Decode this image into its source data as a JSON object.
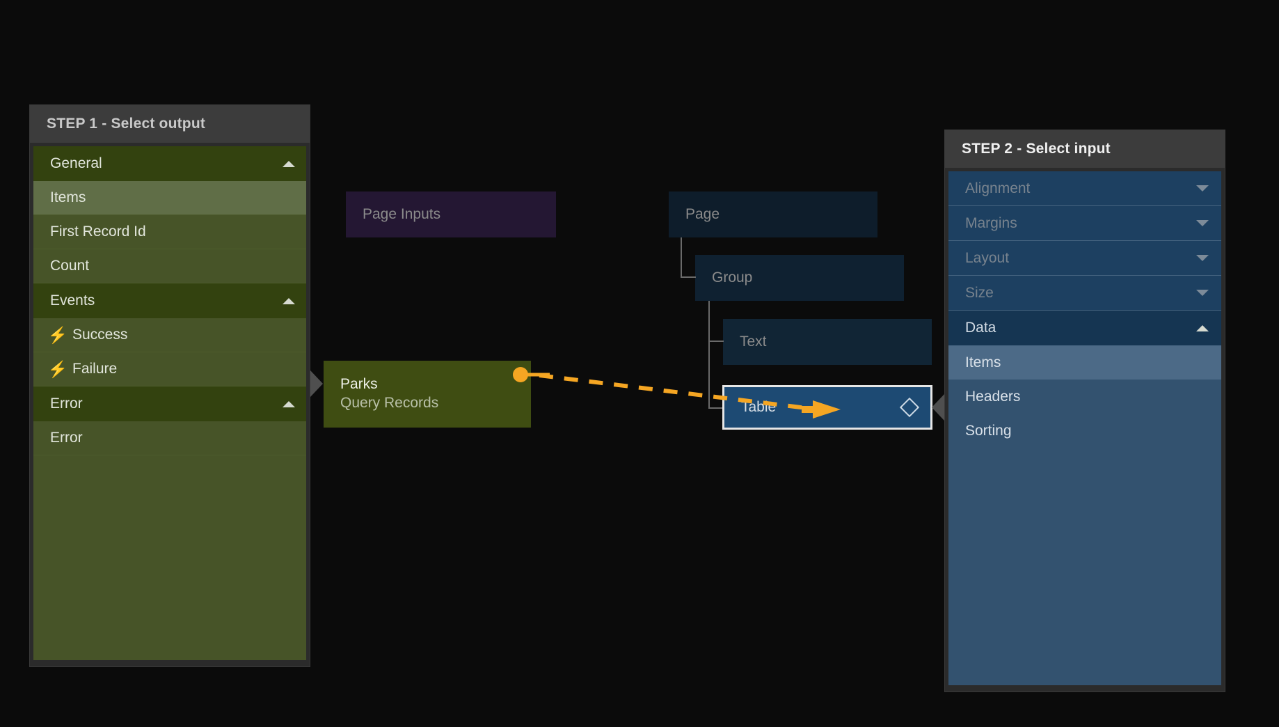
{
  "step1": {
    "title": "STEP 1 - Select output",
    "groups": [
      {
        "label": "General",
        "expanded": true,
        "caret": "caret-up-icon",
        "items": [
          {
            "label": "Items",
            "selected": true,
            "icon": null
          },
          {
            "label": "First Record Id",
            "selected": false,
            "icon": null
          },
          {
            "label": "Count",
            "selected": false,
            "icon": null
          }
        ]
      },
      {
        "label": "Events",
        "expanded": true,
        "caret": "caret-up-icon",
        "items": [
          {
            "label": "Success",
            "selected": false,
            "icon": "lightning-bolt-icon"
          },
          {
            "label": "Failure",
            "selected": false,
            "icon": "lightning-bolt-icon"
          }
        ]
      },
      {
        "label": "Error",
        "expanded": true,
        "caret": "caret-up-icon",
        "items": [
          {
            "label": "Error",
            "selected": false,
            "icon": null
          }
        ]
      }
    ]
  },
  "step2": {
    "title": "STEP 2 - Select input",
    "groups": [
      {
        "label": "Alignment",
        "expanded": false,
        "caret": "caret-down-icon",
        "items": []
      },
      {
        "label": "Margins",
        "expanded": false,
        "caret": "caret-down-icon",
        "items": []
      },
      {
        "label": "Layout",
        "expanded": false,
        "caret": "caret-down-icon",
        "items": []
      },
      {
        "label": "Size",
        "expanded": false,
        "caret": "caret-down-icon",
        "items": []
      },
      {
        "label": "Data",
        "expanded": true,
        "caret": "caret-up-icon",
        "items": [
          {
            "label": "Items",
            "selected": true
          },
          {
            "label": "Headers",
            "selected": false
          },
          {
            "label": "Sorting",
            "selected": false
          }
        ]
      }
    ]
  },
  "canvas": {
    "nodes": {
      "page_inputs": {
        "label": "Page Inputs"
      },
      "page": {
        "label": "Page"
      },
      "group": {
        "label": "Group"
      },
      "text": {
        "label": "Text"
      },
      "parks": {
        "title": "Parks",
        "subtitle": "Query Records"
      },
      "table": {
        "label": "Table",
        "icon": "diamond-icon"
      }
    },
    "connection": {
      "from": "parks",
      "to": "table",
      "style": "dashed",
      "color": "#f5a623",
      "arrow": "arrow-right-icon"
    }
  },
  "colors": {
    "background": "#0b0b0b",
    "panel": "#2b2b2b",
    "panel_header": "#3c3c3c",
    "green_section": "#33420f",
    "green_item": "#475428",
    "green_selected": "#606e47",
    "blue_section": "#1d4061",
    "blue_section_expanded": "#153552",
    "blue_item": "#33526f",
    "blue_selected": "#4c6a87",
    "node_purple": "#241733",
    "node_blue": "#0e1d2b",
    "node_green": "#3f4d12",
    "node_table": "#1d4a73",
    "connector_orange": "#f5a623",
    "selection_border": "#e6e6e6"
  }
}
